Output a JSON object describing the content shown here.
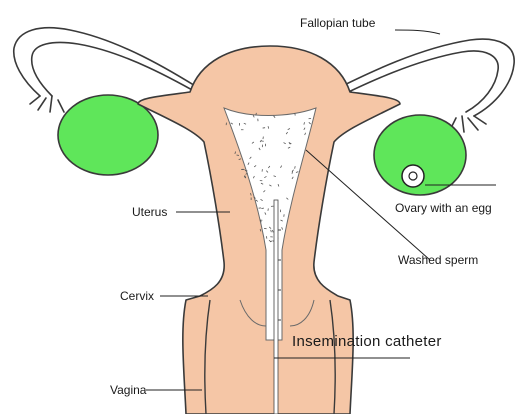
{
  "labels": {
    "fallopian_tube": "Fallopian tube",
    "ovary_with_egg": "Ovary with an egg",
    "uterus": "Uterus",
    "washed_sperm": "Washed sperm",
    "cervix": "Cervix",
    "insemination_catheter": "Insemination catheter",
    "vagina": "Vagina"
  },
  "colors": {
    "tissue": "#f5c6a6",
    "ovary": "#5fe65a",
    "sperm_cavity": "#ffffff",
    "outline": "#3a3a3a"
  }
}
